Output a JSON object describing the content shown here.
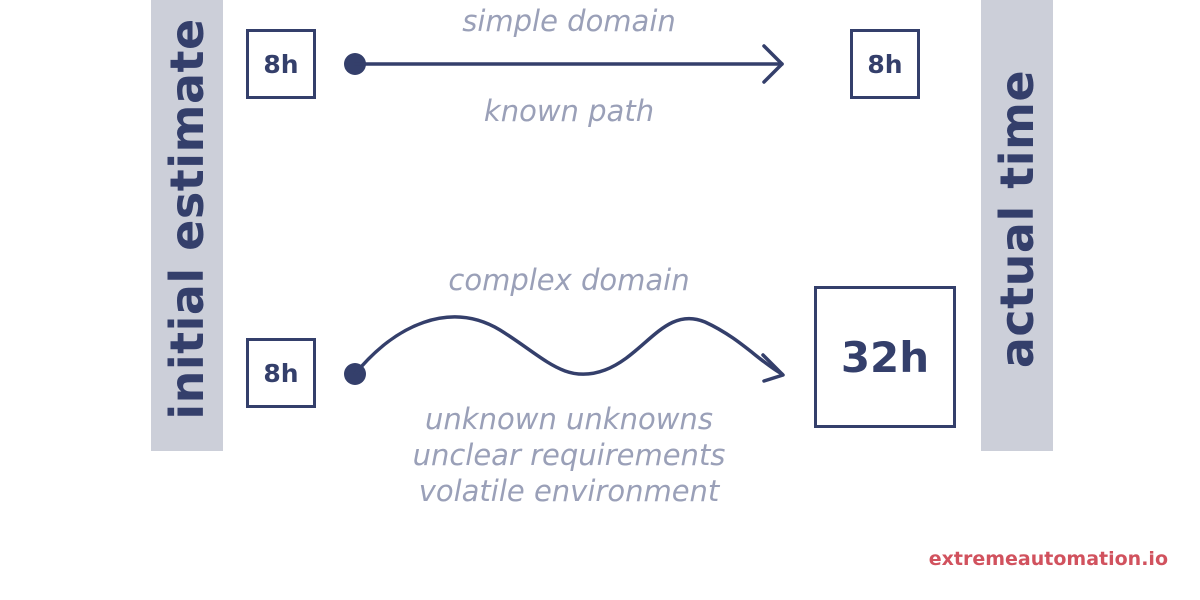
{
  "sides": {
    "left_label": "initial estimate",
    "right_label": "actual time"
  },
  "simple_path": {
    "caption_top": "simple domain",
    "caption_bottom": "known path",
    "estimate": "8h",
    "actual": "8h"
  },
  "complex_path": {
    "caption_top": "complex domain",
    "caption_bottom_lines": [
      "unknown unknowns",
      "unclear requirements",
      "volatile environment"
    ],
    "estimate": "8h",
    "actual": "32h"
  },
  "footer": {
    "credit": "extremeautomation.io"
  },
  "colors": {
    "navy": "#343f6b",
    "muted_text": "#9aa0b8",
    "side_bar": "#cccfd9",
    "brand_red": "#d1525e"
  },
  "icons": {
    "start_marker": "filled-circle-dot",
    "arrow_head": "chevron-right-arrowhead"
  }
}
